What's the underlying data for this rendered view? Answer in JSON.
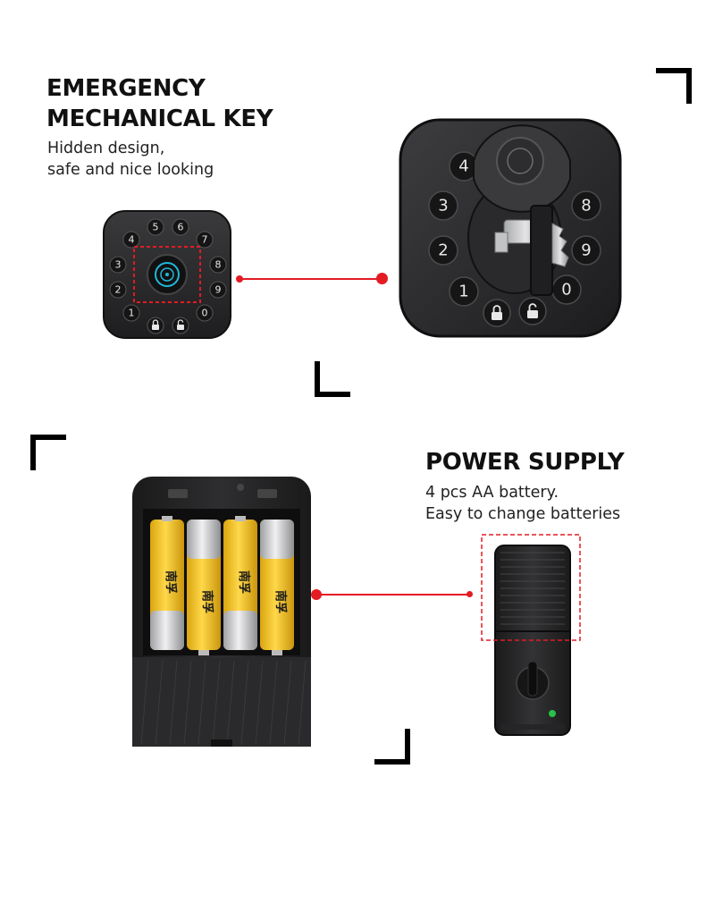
{
  "sections": {
    "mechanical_key": {
      "heading": [
        "EMERGENCY",
        "MECHANICAL KEY"
      ],
      "description": [
        "Hidden design,",
        "safe and nice looking"
      ]
    },
    "power_supply": {
      "heading": "POWER SUPPLY",
      "description": [
        "4 pcs AA battery.",
        "Easy to change batteries"
      ]
    }
  },
  "keypad": {
    "keys": [
      "5",
      "6",
      "4",
      "7",
      "3",
      "8",
      "2",
      "9",
      "1",
      "0"
    ]
  },
  "battery_brand": "南孚",
  "colors": {
    "accent_red": "#e31b23",
    "lock_body": "#2b2b2d",
    "battery_gold": "#f1c21b",
    "battery_silver": "#d5d6d8",
    "indicator_green": "#27c04a"
  },
  "icons": {
    "lock": "lock-icon",
    "unlock": "unlock-icon",
    "fingerprint": "fingerprint-icon"
  }
}
